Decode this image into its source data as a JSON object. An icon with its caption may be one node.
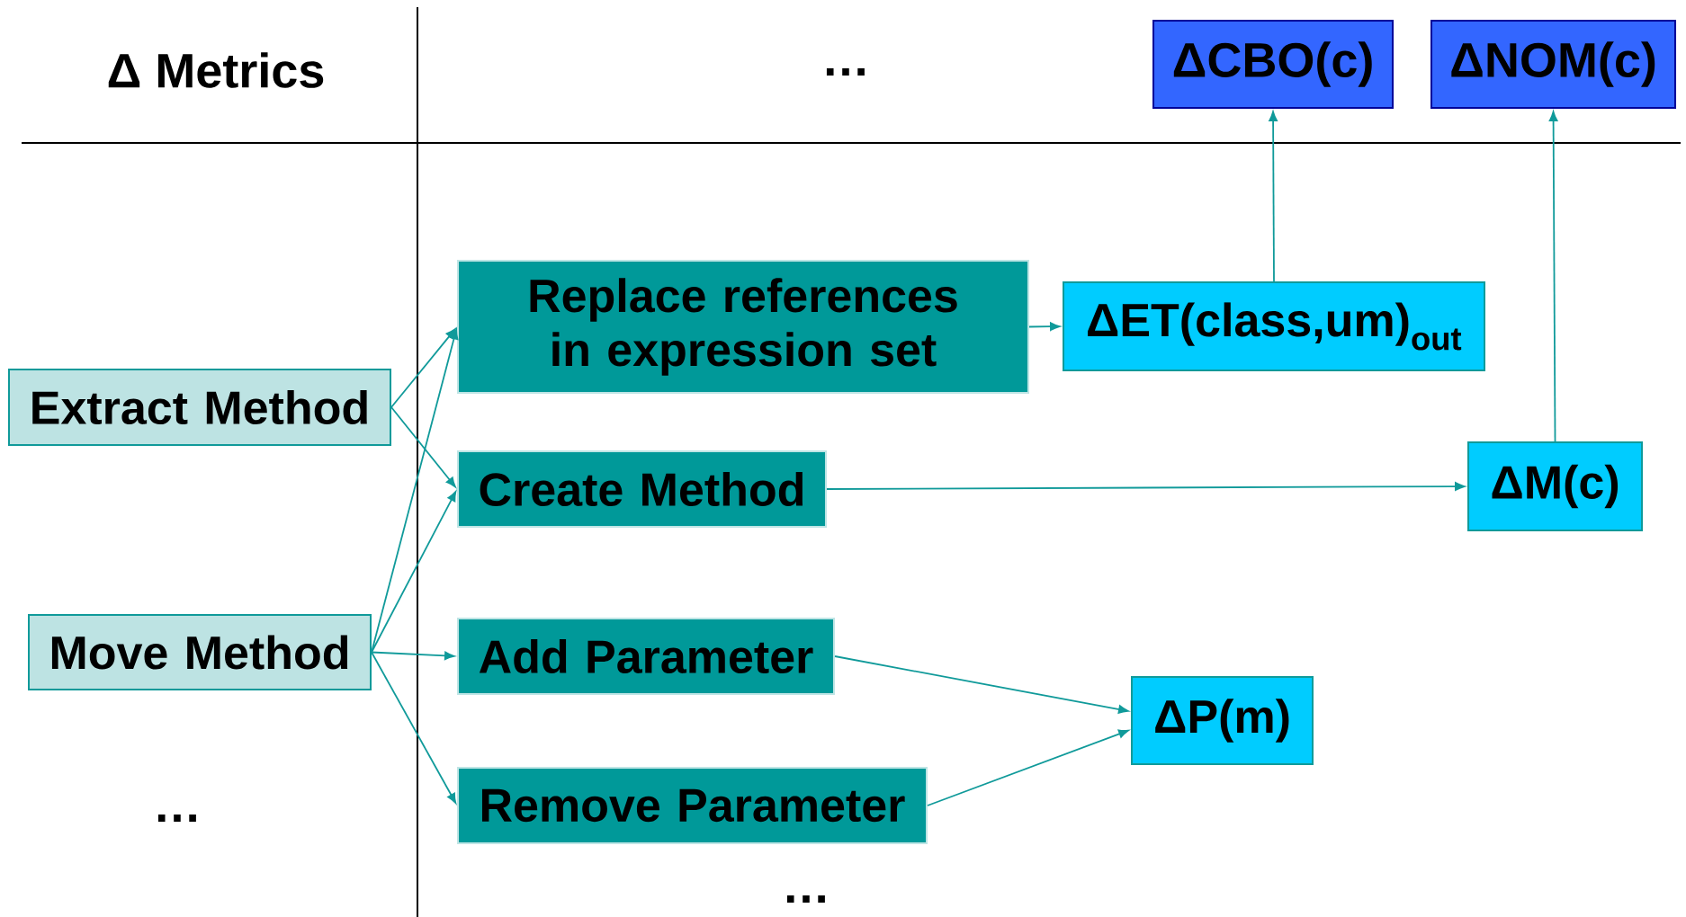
{
  "diagram": {
    "nodes": [
      {
        "text": [
          "Extract Method"
        ]
      },
      {
        "text": [
          "Move Method"
        ]
      },
      {
        "text": [
          "Replace references in expression set"
        ]
      },
      {
        "text": [
          "Create Method"
        ]
      },
      {
        "text": [
          "Add Parameter"
        ]
      },
      {
        "text": [
          "Remove Parameter"
        ]
      },
      {
        "text": [
          "ΔET(class,um)$_{out}$"
        ]
      },
      {
        "text": [
          "ΔM(c)"
        ]
      },
      {
        "text": [
          "ΔP(m)"
        ]
      },
      {
        "text": [
          "ΔCBO(c)"
        ]
      },
      {
        "text": [
          "ΔNOM(c)"
        ]
      }
    ],
    "edges": [
      {
        "from": 0,
        "to": 2,
        "arrow": "to"
      },
      {
        "from": 0,
        "to": 3,
        "arrow": "to"
      },
      {
        "from": 1,
        "to": 2,
        "arrow": "to"
      },
      {
        "from": 1,
        "to": 3,
        "arrow": "to"
      },
      {
        "from": 1,
        "to": 4,
        "arrow": "to"
      },
      {
        "from": 1,
        "to": 5,
        "arrow": "to"
      },
      {
        "from": 2,
        "to": 6,
        "arrow": "to"
      },
      {
        "from": 3,
        "to": 7,
        "arrow": "to"
      },
      {
        "from": 4,
        "to": 8,
        "arrow": "to"
      },
      {
        "from": 5,
        "to": 8,
        "arrow": "to"
      },
      {
        "from": 6,
        "to": 9,
        "arrow": "to"
      },
      {
        "from": 7,
        "to": 10,
        "arrow": "to"
      }
    ],
    "labels": [
      "Δ Metrics",
      "…",
      "…",
      "…"
    ]
  }
}
